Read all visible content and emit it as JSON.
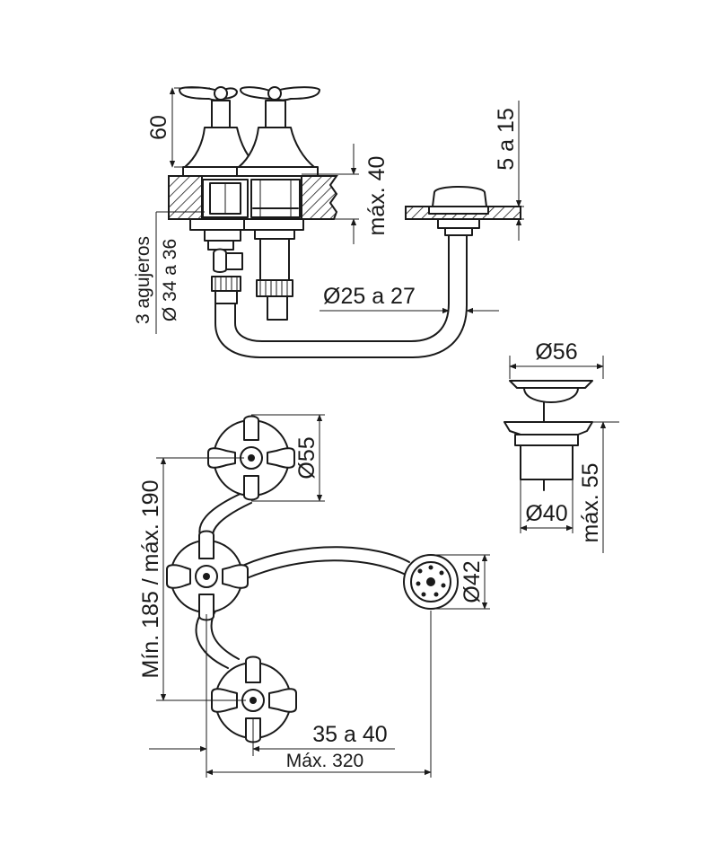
{
  "labels": {
    "handle_height": "60",
    "max_deck_thickness": "máx. 40",
    "drain_deck_range": "5 a 15",
    "holes_count": "3 agujeros",
    "holes_diameter": "Ø 34 a 36",
    "pipe_diameter": "Ø25 a 27",
    "drain_top_diameter": "Ø56",
    "drain_body_diameter": "Ø40",
    "drain_max_depth": "máx. 55",
    "handle_diameter": "Ø55",
    "spray_diameter": "Ø42",
    "vertical_spacing": "Mín. 185 / máx. 190",
    "horizontal_offset": "35 a 40",
    "max_width": "Máx. 320"
  }
}
